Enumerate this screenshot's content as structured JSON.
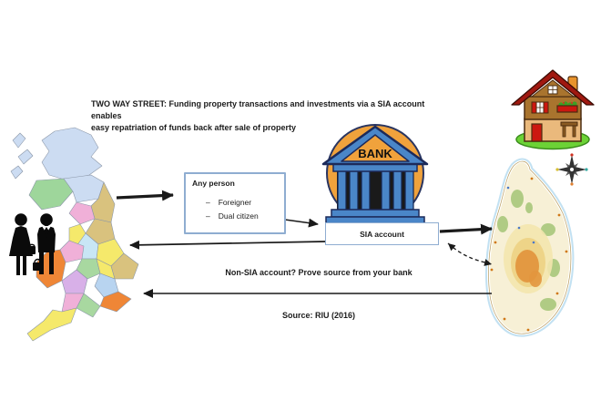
{
  "title": {
    "line1": "TWO WAY STREET:  Funding property transactions and investments via a SIA account enables",
    "line2": "easy repatriation of funds back after sale of property"
  },
  "person_box": {
    "heading": "Any person",
    "bullet": "–",
    "items": [
      {
        "label": "Foreigner"
      },
      {
        "label": "Dual citizen"
      }
    ]
  },
  "bank": {
    "label": "BANK"
  },
  "sia_box": {
    "label": "SIA account"
  },
  "flow": {
    "non_sia_label": "Non-SIA account? Prove source from your bank"
  },
  "source": {
    "label": "Source: RIU (2016)"
  },
  "icons": {
    "left_map": "uk-regions-map",
    "right_map": "sri-lanka-topographic-map",
    "bank": "bank-building-icon",
    "house": "house-icon",
    "people": "business-couple-icon",
    "compass": "compass-rose-icon"
  },
  "colors": {
    "arrow": "#1a1a1a",
    "box_border": "#8fadd1",
    "bank_circle": "#f0a23c",
    "bank_building": "#4a86c8",
    "roof_red": "#a01810",
    "grass_green": "#6cd236",
    "wales_orange": "#ef8636",
    "scotland_blue": "#ccdcf2",
    "island_cream": "#f7f0d6"
  }
}
